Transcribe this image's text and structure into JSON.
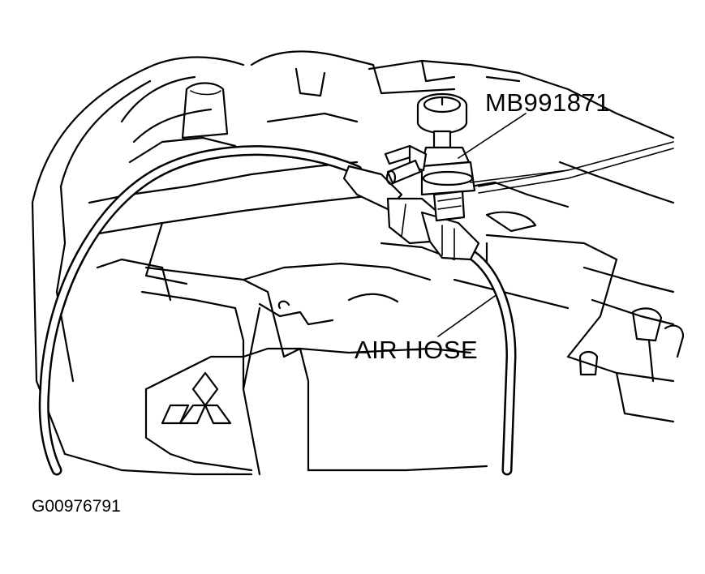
{
  "labels": {
    "tool": "MB991871",
    "hose": "AIR HOSE",
    "figure_id": "G00976791"
  }
}
